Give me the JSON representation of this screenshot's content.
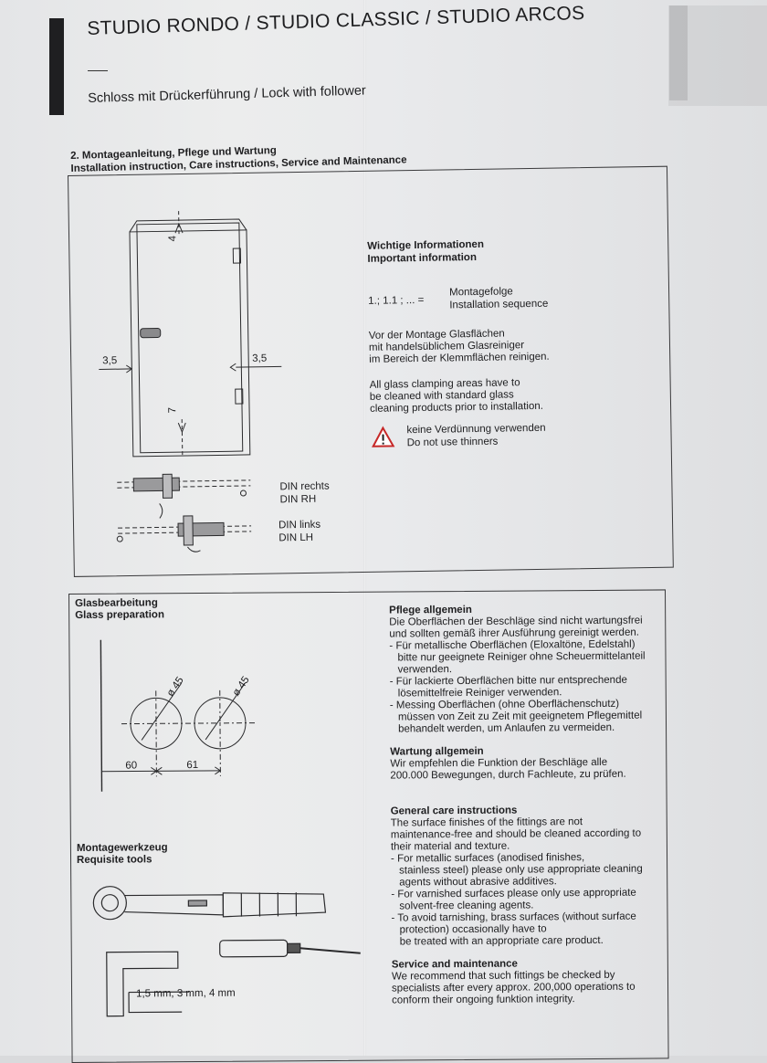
{
  "header": {
    "title": "STUDIO RONDO / STUDIO CLASSIC /  STUDIO ARCOS",
    "subtitle": "Schloss mit Drückerführung / Lock with follower"
  },
  "section": {
    "line1": "2. Montageanleitung, Pflege und Wartung",
    "line2": "Installation instruction, Care instructions, Service and Maintenance"
  },
  "door_diagram": {
    "dim_top": "4",
    "dim_bottom": "7",
    "dim_left": "3,5",
    "dim_right": "3,5",
    "din_rechts": "DIN rechts",
    "din_rh": "DIN RH",
    "din_links": "DIN links",
    "din_lh": "DIN LH"
  },
  "info": {
    "heading_de": "Wichtige Informationen",
    "heading_en": "Important information",
    "sequence_symbol": "1.; 1.1 ; ...  =",
    "sequence_de": "Montagefolge",
    "sequence_en": "Installation sequence",
    "clean_de": [
      "Vor der Montage Glasflächen",
      "mit handelsüblichem Glasreiniger",
      "im Bereich der Klemmflächen reinigen."
    ],
    "clean_en": [
      "All glass clamping areas have to",
      "be cleaned with standard glass",
      "cleaning products prior to installation."
    ],
    "warning_de": "keine Verdünnung verwenden",
    "warning_en": "Do not use thinners",
    "warning_icon": "warning-triangle-icon"
  },
  "glass": {
    "heading_de": "Glasbearbeitung",
    "heading_en": "Glass preparation",
    "dia1": "ø 45",
    "dia2": "ø 45",
    "dim1": "60",
    "dim2": "61"
  },
  "tools": {
    "heading_de": "Montagewerkzeug",
    "heading_en": "Requisite tools",
    "sizes": "1,5 mm, 3 mm, 4 mm"
  },
  "care": {
    "pflege_title": "Pflege allgemein",
    "pflege_lines": [
      "Die Oberflächen der Beschläge sind nicht wartungsfrei",
      "und sollten gemäß ihrer Ausführung gereinigt werden.",
      "- Für metallische Oberflächen (Eloxaltöne, Edelstahl)",
      "  bitte nur geeignete Reiniger ohne Scheuermittelanteil",
      "  verwenden.",
      "- Für lackierte Oberflächen bitte nur entsprechende",
      "  lösemittelfreie Reiniger verwenden.",
      "- Messing Oberflächen (ohne Oberflächenschutz)",
      "  müssen von Zeit zu Zeit mit geeignetem Pflegemittel",
      "  behandelt werden, um Anlaufen zu vermeiden."
    ],
    "wartung_title": "Wartung allgemein",
    "wartung_lines": [
      "Wir empfehlen die Funktion der Beschläge alle",
      "200.000 Bewegungen, durch Fachleute, zu prüfen."
    ],
    "general_title": "General care instructions",
    "general_lines": [
      "The surface finishes of the fittings are not",
      "maintenance-free and should be cleaned according to",
      "their material and texture.",
      "- For metallic surfaces (anodised finishes,",
      "  stainless steel) please only use appropriate cleaning",
      "  agents without abrasive additives.",
      "- For varnished surfaces please only use appropriate",
      "  solvent-free cleaning agents.",
      "- To avoid tarnishing, brass surfaces (without surface",
      "  protection) occasionally have to",
      "  be treated with an appropriate care product."
    ],
    "service_title": "Service and maintenance",
    "service_lines": [
      "We recommend that such fittings be checked by",
      "specialists after every approx. 200,000 operations to",
      "conform their ongoing funktion integrity."
    ]
  }
}
